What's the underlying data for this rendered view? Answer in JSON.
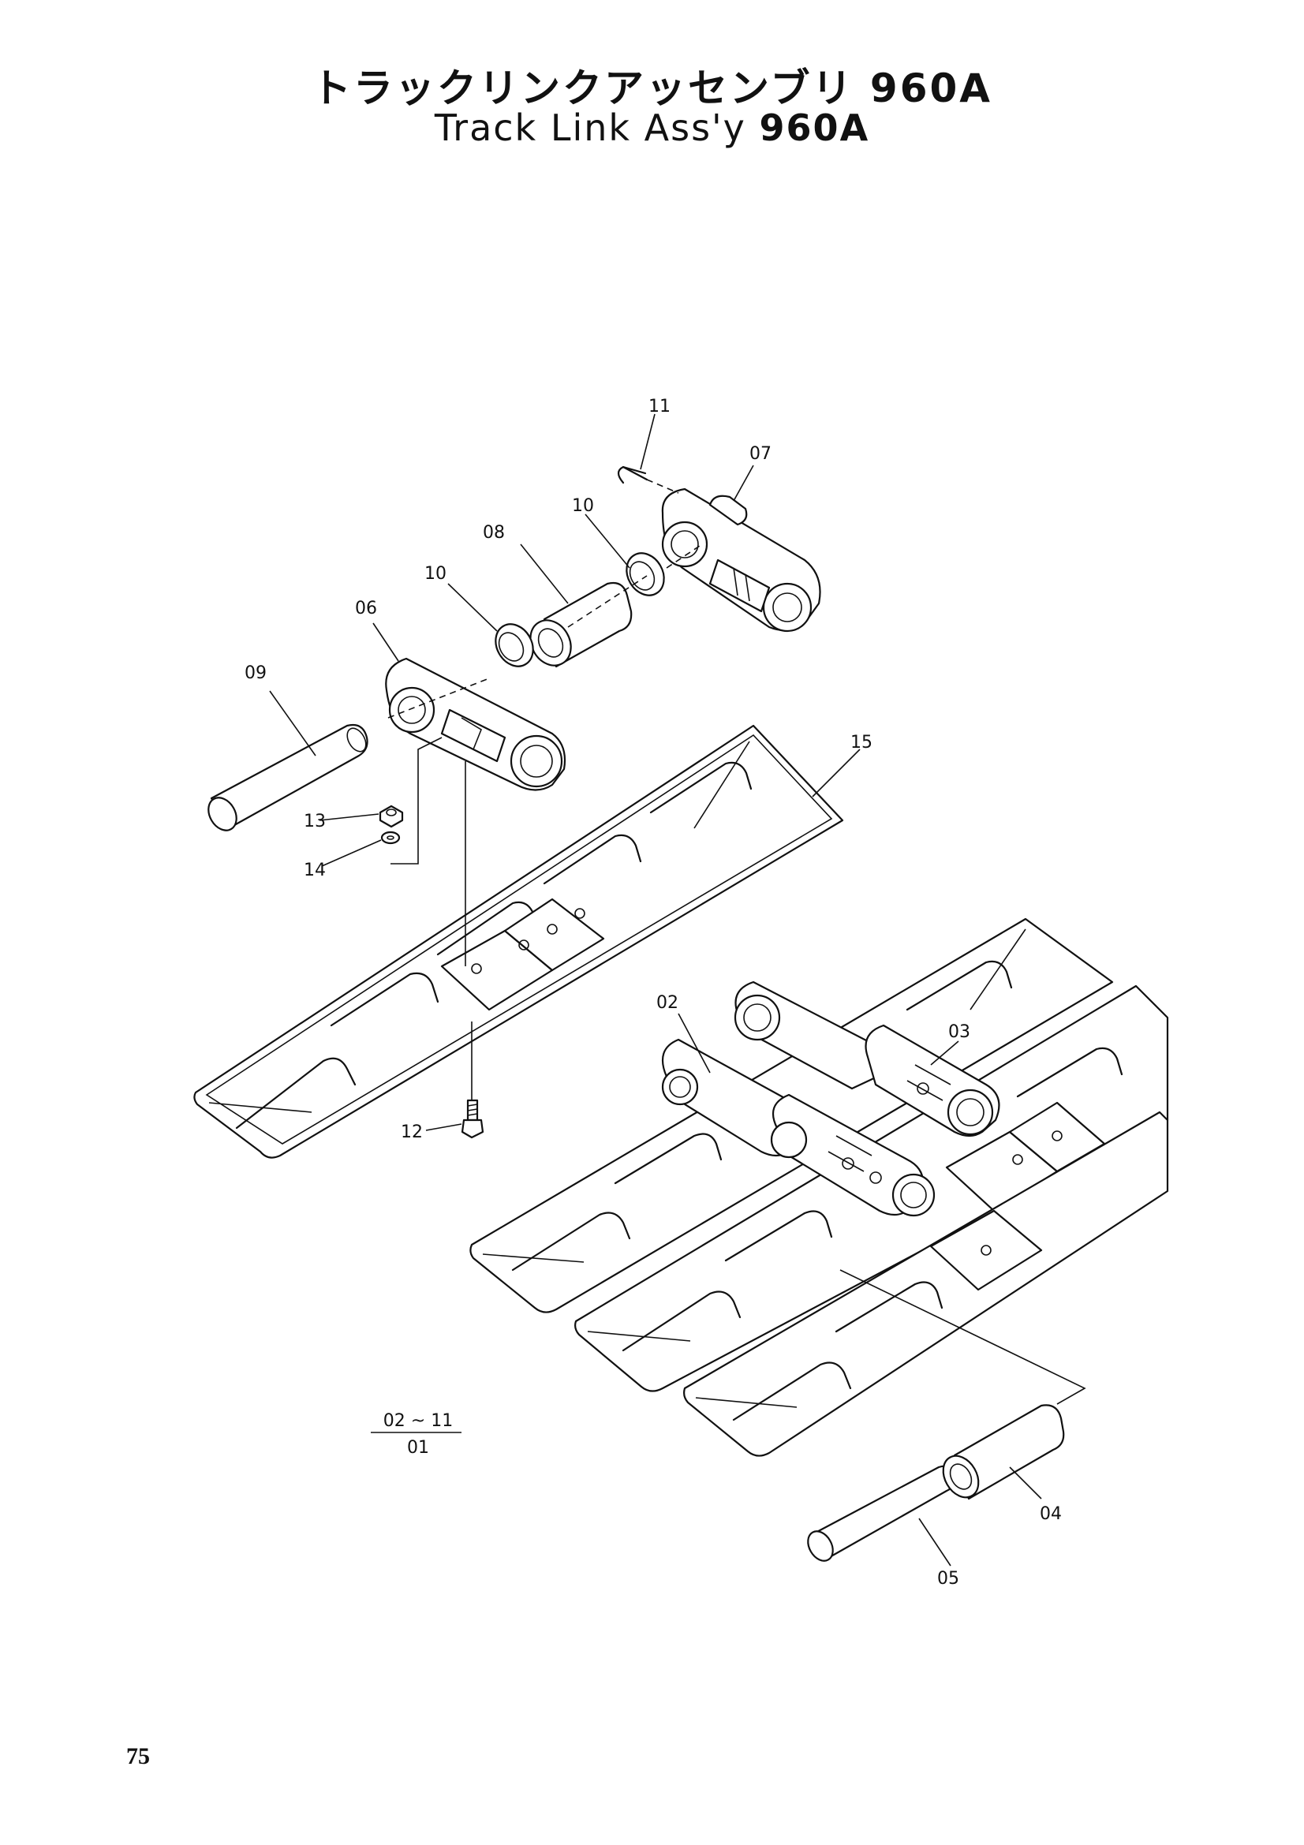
{
  "title": {
    "jp": "トラックリンクアッセンブリ 960A",
    "en_text": "Track Link Ass'y",
    "en_model": "960A"
  },
  "callouts": {
    "c02": "02",
    "c03": "03",
    "c04": "04",
    "c05": "05",
    "c06": "06",
    "c07": "07",
    "c08": "08",
    "c09": "09",
    "c10a": "10",
    "c10b": "10",
    "c11": "11",
    "c12": "12",
    "c13": "13",
    "c14": "14",
    "c15": "15"
  },
  "assembly_note": {
    "numerator": "02 ~ 11",
    "denominator": "01"
  },
  "page_number": "75"
}
